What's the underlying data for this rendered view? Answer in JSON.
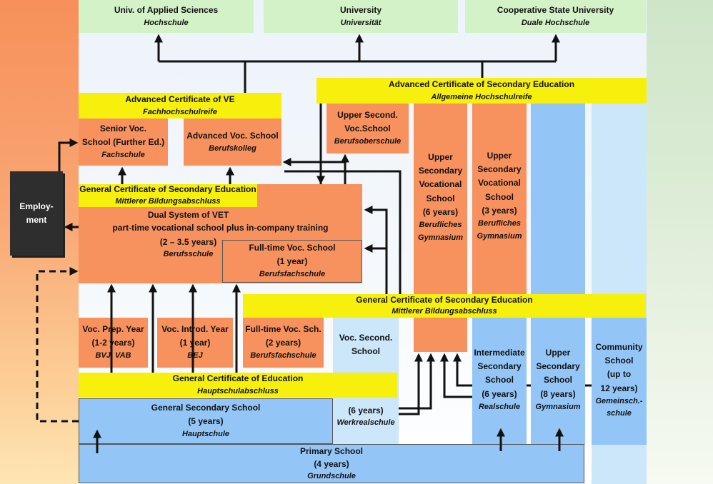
{
  "boxes": {
    "applied_sciences": {
      "title": "Univ. of Applied Sciences",
      "sub": "Hochschule"
    },
    "university": {
      "title": "University",
      "sub": "Universität"
    },
    "cooperative": {
      "title": "Cooperative State University",
      "sub": "Duale Hochschule"
    },
    "adv_cert_ve": {
      "title": "Advanced Certificate of VE",
      "sub": "Fachhochschulreife"
    },
    "adv_cert_se": {
      "title": "Advanced Certificate of Secondary Education",
      "sub": "Allgemeine Hochschulreife"
    },
    "senior_voc": {
      "line1": "Senior Voc.",
      "line2": "School (Further Ed.)",
      "sub": "Fachschule"
    },
    "adv_voc": {
      "title": "Advanced Voc. School",
      "sub": "Berufskolleg"
    },
    "upper_second_voc": {
      "line1": "Upper Second.",
      "line2": "Voc.School",
      "sub": "Berufsoberschule"
    },
    "usvs6": {
      "l1": "Upper",
      "l2": "Secondary",
      "l3": "Vocational",
      "l4": "School",
      "dur": "(6 years)",
      "s1": "Berufliches",
      "s2": "Gymnasium"
    },
    "usvs3": {
      "l1": "Upper",
      "l2": "Secondary",
      "l3": "Vocational",
      "l4": "School",
      "dur": "(3 years)",
      "s1": "Berufliches",
      "s2": "Gymnasium"
    },
    "employment": {
      "line1": "Employ-",
      "line2": "ment"
    },
    "gcse_top": {
      "title": "General Certificate of Secondary Education",
      "sub": "Mittlerer Bildungsabschluss"
    },
    "dual": {
      "line1": "Dual System of VET",
      "line2": "part-time vocational school plus in-company training",
      "dur": "(2 – 3.5 years)",
      "sub": "Berufsschule"
    },
    "fulltime_1": {
      "title": "Full-time Voc. School",
      "dur": "(1 year)",
      "sub": "Berufsfachschule"
    },
    "gcse_mid": {
      "title": "General Certificate of Secondary Education",
      "sub": "Mittlerer Bildungsabschluss"
    },
    "voc_prep": {
      "title": "Voc. Prep. Year",
      "dur": "(1-2 years)",
      "sub": "BVJ, VAB"
    },
    "voc_introd": {
      "title": "Voc. Introd. Year",
      "dur": "(1 year)",
      "sub": "BEJ"
    },
    "fulltime_2": {
      "title": "Full-time Voc. Sch.",
      "dur": "(2 years)",
      "sub": "Berufsfachschule"
    },
    "voc_second": {
      "line1": "Voc. Second.",
      "line2": "School"
    },
    "intermediate": {
      "l1": "Intermediate",
      "l2": "Secondary",
      "l3": "School",
      "dur": "(6 years)",
      "sub": "Realschule"
    },
    "upper_sec": {
      "l1": "Upper",
      "l2": "Secondary",
      "l3": "School",
      "dur": "(8 years)",
      "sub": "Gymnasium"
    },
    "community": {
      "l1": "Community",
      "l2": "School",
      "l3": "(up to",
      "l4": "12 years)",
      "s1": "Gemeinsch.-",
      "s2": "schule"
    },
    "gce": {
      "title": "General Certificate of Education",
      "sub": "Hauptschulabschluss"
    },
    "gen_sec": {
      "title": "General Secondary School",
      "dur": "(5 years)",
      "sub": "Hauptschule"
    },
    "werkreal": {
      "dur": "(6 years)",
      "sub": "Werkrealschule"
    },
    "primary": {
      "title": "Primary School",
      "dur": "(4 years)",
      "sub": "Grundschule"
    }
  }
}
